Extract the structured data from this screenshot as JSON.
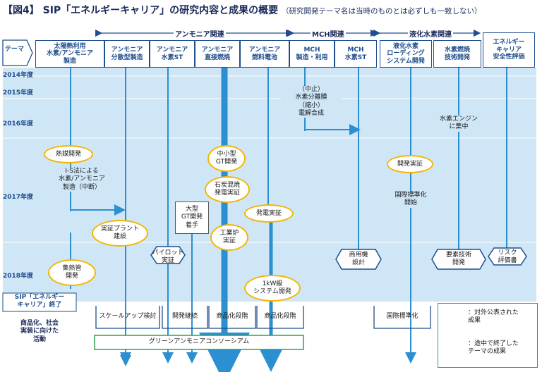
{
  "title": "【図4】 SIP「エネルギーキャリア」の研究内容と成果の概要",
  "title_note": "（研究開発テーマ名は当時のものとは必ずしも一致しない）",
  "groups": {
    "ammonia": "アンモニア関連",
    "mch": "MCH関連",
    "liquid_h2": "液化水素関連"
  },
  "theme_label": "テーマ",
  "themes": [
    "太陽熱利用\n水素/アンモニア\n製造",
    "アンモニア\n分散型製造",
    "アンモニア\n水素ST",
    "アンモニア\n直接燃焼",
    "アンモニア\n燃料電池",
    "MCH\n製造・利用",
    "MCH\n水素ST",
    "液化水素\nローディング\nシステム開発",
    "水素燃焼\n技術開発",
    "エネルギー\nキャリア\n安全性評価"
  ],
  "years": [
    "2014年度",
    "2015年度",
    "2016年度",
    "2017年度",
    "2018年度"
  ],
  "annotations": {
    "mch_stop": "（中止）\n水素分離膜\n（縮小）\n電解合成",
    "h2_engine": "水素エンジン\nに集中",
    "is_process": "I-S法による\n水素/アンモニア\n製造（中断）",
    "intl_std_start": "国際標準化\n開始"
  },
  "ovals": {
    "heat_medium": "熱媒開発",
    "small_gt": "中小型\nGT開発",
    "coal_cofiring": "石炭混焼\n発電実証",
    "demo_plant": "実証プラント\n建設",
    "industrial_furnace": "工業炉\n実証",
    "power_demo": "発電実証",
    "heat_collector": "集熱管\n開発",
    "lh2_demo": "開発実証",
    "kw_system": "1kW級\nシステム開発"
  },
  "boxes": {
    "large_gt": "大型\nGT開発\n着手"
  },
  "hexagons": {
    "pilot": "パイロット\n実証",
    "commercial_design": "商用機\n設計",
    "element_tech": "要素技術\n開発",
    "risk_report": "リスク\n評価書"
  },
  "sip_end": "SIP「エネルギー\nキャリア」終了",
  "post_label": "商品化、社会\n実装に向けた\n活動",
  "post_activities": [
    "スケールアップ検討",
    "開発継続",
    "商品化段階",
    "商品化段階",
    "国際標準化"
  ],
  "consortium": "グリーンアンモニアコンソーシアム",
  "legend": {
    "oval": "：対外公表された\n成果",
    "hex": "：途中で終了した\nテーマの成果"
  },
  "colors": {
    "band": "#cfe6f7",
    "line": "#2b8fd1",
    "dark": "#1f4e8c",
    "oval_border": "#f5b500",
    "legend_border": "#2aa34a"
  }
}
